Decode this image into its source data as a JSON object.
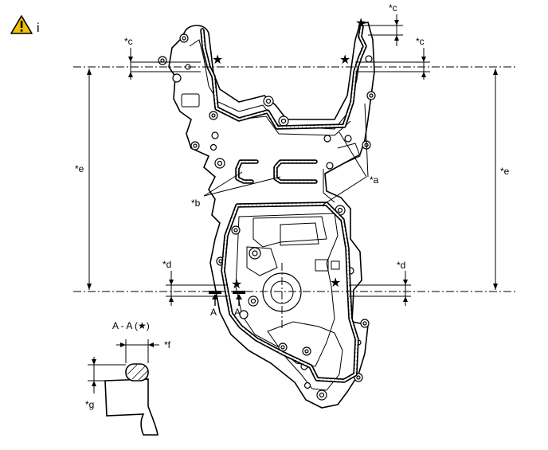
{
  "header": {
    "caution_icon": "warning-triangle-icon",
    "caution_text": "i"
  },
  "labels": {
    "a": "*a",
    "b": "*b",
    "c": "*c",
    "d": "*d",
    "e": "*e",
    "f": "*f",
    "g": "*g",
    "section_marker": "A",
    "section_title": "A - A (★)",
    "star": "★"
  }
}
